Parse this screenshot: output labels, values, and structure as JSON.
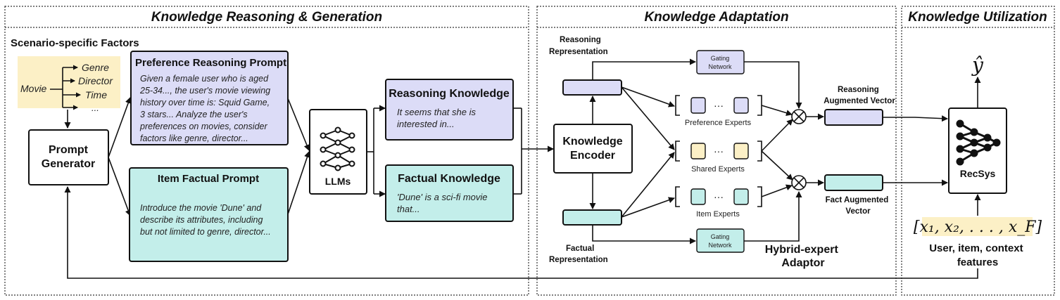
{
  "sections": {
    "reasoning_generation": "Knowledge Reasoning & Generation",
    "adaptation": "Knowledge Adaptation",
    "utilization": "Knowledge Utilization"
  },
  "factors": {
    "title": "Scenario-specific Factors",
    "root": "Movie",
    "items": [
      "Genre",
      "Director",
      "Time",
      "..."
    ]
  },
  "prompt_generator": {
    "line1": "Prompt",
    "line2": "Generator"
  },
  "preference_prompt": {
    "title": "Preference Reasoning Prompt",
    "lines": [
      "Given a female user who is aged",
      "25-34..., the user's movie viewing",
      "history over time is: Squid Game,",
      "3 stars... Analyze the user's",
      "preferences on movies, consider",
      "factors like genre, director..."
    ]
  },
  "item_prompt": {
    "title": "Item Factual Prompt",
    "lines": [
      "Introduce the movie 'Dune' and",
      "describe its attributes, including",
      "but not limited to genre, director..."
    ]
  },
  "llms": "LLMs",
  "reasoning_knowledge": {
    "title": "Reasoning Knowledge",
    "lines": [
      "It seems that she is",
      "interested in..."
    ]
  },
  "factual_knowledge": {
    "title": "Factual Knowledge",
    "lines": [
      "'Dune' is a sci-fi movie",
      "that..."
    ]
  },
  "adaptation": {
    "reasoning_rep": [
      "Reasoning",
      "Representation"
    ],
    "factual_rep": [
      "Factual",
      "Representation"
    ],
    "encoder": [
      "Knowledge",
      "Encoder"
    ],
    "gating": [
      "Gating",
      "Network"
    ],
    "preference_experts": "Preference Experts",
    "shared_experts": "Shared Experts",
    "item_experts": "Item Experts",
    "dots": "···",
    "reasoning_vector": [
      "Reasoning",
      "Augmented Vector"
    ],
    "fact_vector": [
      "Fact Augmented",
      "Vector"
    ],
    "hybrid": [
      "Hybrid-expert",
      "Adaptor"
    ]
  },
  "utilization": {
    "y_hat": "ŷ",
    "recsys": "RecSys",
    "features_math": "[x₁, x₂, . . . , x_F]",
    "features_label": [
      "User, item, context",
      "features"
    ]
  },
  "colors": {
    "purple": "#dcdcf7",
    "teal": "#c3eeea",
    "yellow": "#fcf0c6"
  }
}
